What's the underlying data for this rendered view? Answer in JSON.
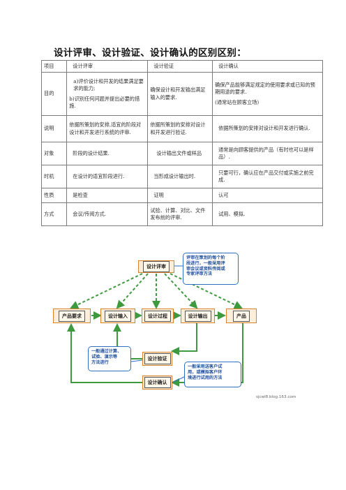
{
  "title": "设计评审、设计验证、设计确认的区别区别：",
  "table": {
    "headers": [
      "项目",
      "设计评审",
      "设计验证",
      "设计确认"
    ],
    "rows": [
      {
        "label": "目的",
        "review": [
          "a)评价设计和开发的结果满足要求的能力;",
          "b)识别任何问题并提出必要的措施."
        ],
        "verification": "确保设计和开发输出满足输入的要求.",
        "validation": [
          "确保产品能够满足规定的使用要求或已知的预期用途的要求.",
          "(通常站在顾客立场)"
        ]
      },
      {
        "label": "说明",
        "review": [
          "依据所策划的安排,适宜的阶段对设计和开发进行系统的评审."
        ],
        "verification": "依据所策划的安排对设计和开发进行验证.",
        "validation": [
          "依据所策划的安排对设计和开发进行确认."
        ]
      },
      {
        "label": "对象",
        "review": [
          "阶段的设计结果."
        ],
        "verification": "设计输出文件或样品",
        "validation": [
          "通常是向顾客提供的产品（有时也可以是样品）."
        ]
      },
      {
        "label": "时机",
        "review": [
          "在设计的适宜阶段进行."
        ],
        "verification": "当形成设计输出时.",
        "validation": [
          "只要可行，确认应在产品交付或实施之前完成."
        ]
      },
      {
        "label": "性质",
        "review": [
          "是检查"
        ],
        "verification": "证明",
        "validation": [
          "认可"
        ]
      },
      {
        "label": "方式",
        "review": [
          "会议/传阅方式."
        ],
        "verification": "试验、计算、对比、文件发布前的评审.",
        "validation": [
          "试用、模拟."
        ]
      }
    ]
  },
  "diagram": {
    "review": "设计评审",
    "nodes": [
      "产品要求",
      "设计输入",
      "设计过程",
      "设计输出",
      "产品"
    ],
    "verification": "设计验证",
    "validation": "设计确认",
    "note_review": [
      "评审在策划的每个阶",
      "段进行，一般采用评",
      "审会议或资料传阅或",
      "专家评审方法"
    ],
    "note_verification": [
      "一般通过计算、",
      "试验、演示等",
      "方法进行"
    ],
    "note_validation": [
      "一般采用送客户试",
      "用，或模拟客户环",
      "境进行试用的方法"
    ],
    "watermark": "sjcwl8.blog.163.com",
    "colors": {
      "arrow": "#3f9a3f",
      "box_border": "#d9822b",
      "note_border": "#2f6fbf"
    }
  }
}
